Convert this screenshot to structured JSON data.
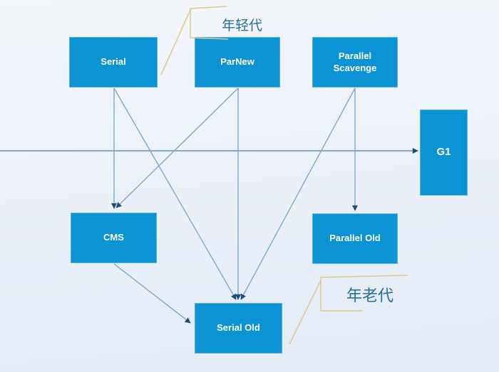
{
  "annotations": {
    "young_gen": "年轻代",
    "old_gen": "年老代"
  },
  "nodes": {
    "serial": {
      "label": "Serial"
    },
    "parnew": {
      "label": "ParNew"
    },
    "parallel_scavenge": {
      "label": "Parallel Scavenge"
    },
    "g1": {
      "label": "G1"
    },
    "cms": {
      "label": "CMS"
    },
    "parallel_old": {
      "label": "Parallel Old"
    },
    "serial_old": {
      "label": "Serial Old"
    }
  },
  "edges": [
    {
      "from": "Serial",
      "to": "CMS"
    },
    {
      "from": "Serial",
      "to": "Serial Old"
    },
    {
      "from": "ParNew",
      "to": "CMS"
    },
    {
      "from": "ParNew",
      "to": "Serial Old"
    },
    {
      "from": "Parallel Scavenge",
      "to": "Serial Old"
    },
    {
      "from": "Parallel Scavenge",
      "to": "Parallel Old"
    },
    {
      "from": "CMS",
      "to": "Serial Old"
    },
    {
      "from": "generation divider line",
      "to": "G1"
    }
  ],
  "colors": {
    "node_fill": "#0c93d4",
    "node_border": "#54b0da",
    "node_text": "#ffffff",
    "connector": "#7da8cd",
    "arrowhead": "#1d4e79",
    "callout_line": "#dcc98f",
    "annotation_text": "#266f95"
  }
}
